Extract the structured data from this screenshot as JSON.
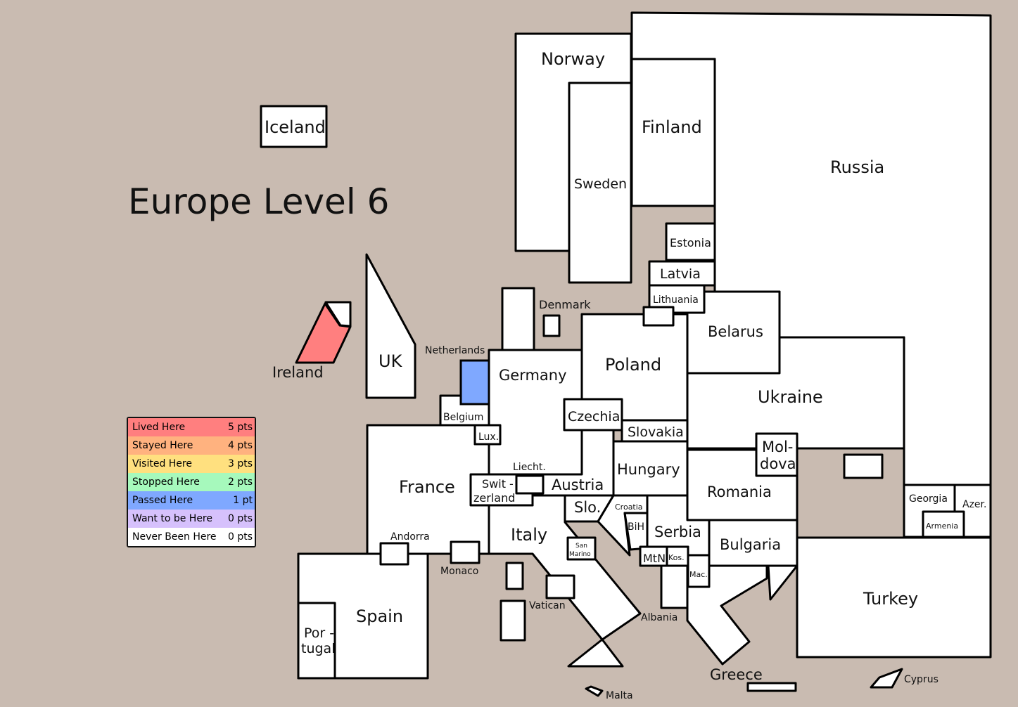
{
  "title": "Europe Level 6",
  "legend": [
    {
      "label": "Lived Here",
      "pts": "5 pts",
      "color": "#ff7f7f"
    },
    {
      "label": "Stayed Here",
      "pts": "4 pts",
      "color": "#ffb27f"
    },
    {
      "label": "Visited Here",
      "pts": "3 pts",
      "color": "#ffe07f"
    },
    {
      "label": "Stopped Here",
      "pts": "2 pts",
      "color": "#a6f9bc"
    },
    {
      "label": "Passed Here",
      "pts": "1 pt",
      "color": "#7fa8ff"
    },
    {
      "label": "Want to be Here",
      "pts": "0 pts",
      "color": "#d6c1fc"
    },
    {
      "label": "Never Been Here",
      "pts": "0 pts",
      "color": "#ffffff"
    }
  ],
  "countries": {
    "iceland": "Iceland",
    "norway": "Norway",
    "sweden": "Sweden",
    "finland": "Finland",
    "russia": "Russia",
    "estonia": "Estonia",
    "latvia": "Latvia",
    "lithuania": "Lithuania",
    "denmark": "Denmark",
    "belarus": "Belarus",
    "poland": "Poland",
    "germany": "Germany",
    "netherlands": "Netherlands",
    "belgium": "Belgium",
    "lux": "Lux.",
    "ireland": "Ireland",
    "uk": "UK",
    "czechia": "Czechia",
    "slovakia": "Slovakia",
    "ukraine": "Ukraine",
    "moldova1": "Mol-",
    "moldova2": "dova",
    "hungary": "Hungary",
    "romania": "Romania",
    "liecht": "Liecht.",
    "swit1": "Swit -",
    "swit2": "zerland",
    "austria": "Austria",
    "france": "France",
    "slo": "Slo.",
    "croatia": "Croatia",
    "bih": "BiH",
    "serbia": "Serbia",
    "bulgaria": "Bulgaria",
    "georgia": "Georgia",
    "azer": "Azer.",
    "armenia": "Armenia",
    "italy": "Italy",
    "andorra": "Andorra",
    "monaco": "Monaco",
    "san1": "San",
    "san2": "Marino",
    "mtn": "MtN",
    "kos": "Kos.",
    "mac": "Mac.",
    "turkey": "Turkey",
    "spain": "Spain",
    "por1": "Por -",
    "por2": "tugal",
    "vatican": "Vatican",
    "albania": "Albania",
    "greece": "Greece",
    "cyprus": "Cyprus",
    "malta": "Malta"
  },
  "status_colors": {
    "ireland": "#ff7f7f",
    "netherlands": "#7fa8ff"
  }
}
